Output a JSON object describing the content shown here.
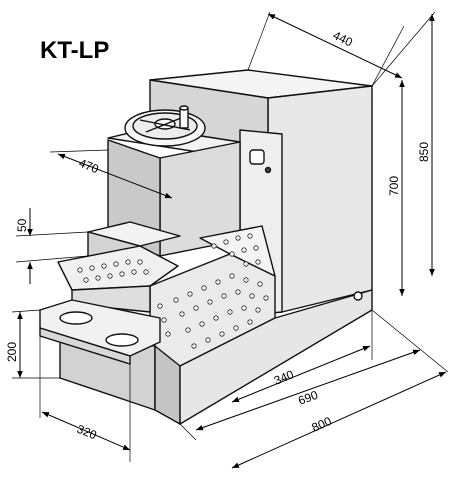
{
  "title": "KT-LP",
  "dimensions": {
    "width_top": "440",
    "height_total": "850",
    "height_body": "700",
    "depth_upper": "470",
    "step_50": "50",
    "base_height": "200",
    "base_width": "320",
    "span_340": "340",
    "span_690": "690",
    "length_800": "800"
  },
  "colors": {
    "line": "#111111",
    "face_light": "#f4f4f4",
    "face_mid": "#e2e2e2",
    "face_dark": "#c9c9c9"
  }
}
